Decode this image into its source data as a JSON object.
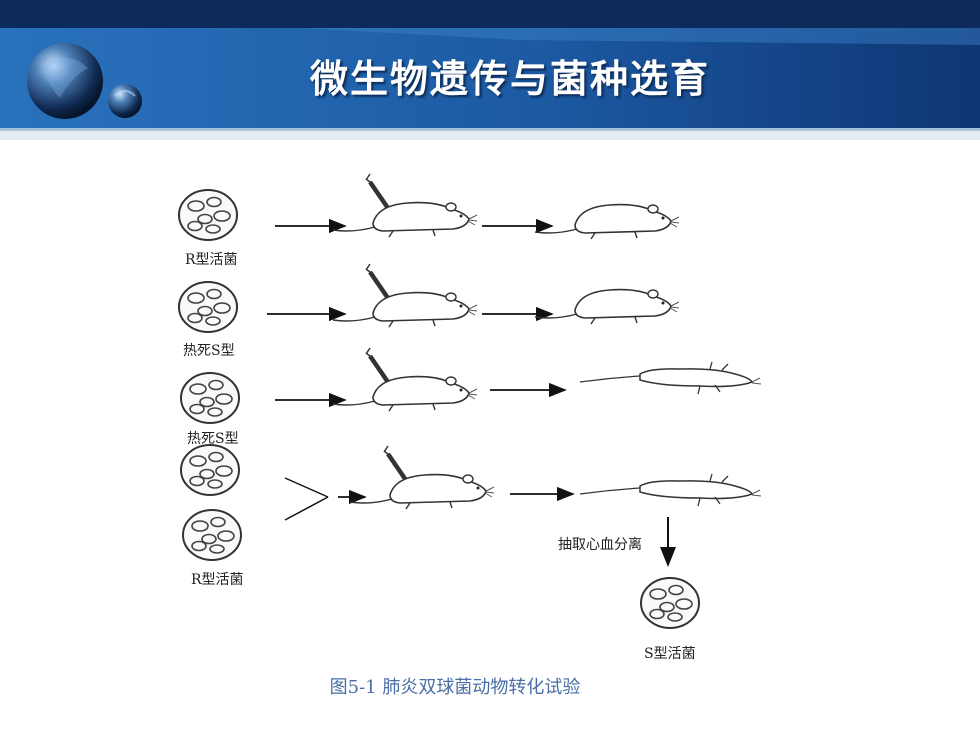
{
  "title": "微生物遗传与菌种选育",
  "colors": {
    "banner_dark": "#0d2f63",
    "banner_mid": "#1f5fa8",
    "banner_light": "#3f8bd0",
    "caption": "#4a6fa5"
  },
  "diagram": {
    "rows": [
      {
        "label": "R型活菌"
      },
      {
        "label": "热死S型"
      },
      {
        "label": "热死S型"
      },
      {
        "labels": [
          "R型活菌"
        ]
      }
    ],
    "extract_label": "抽取心血分离",
    "result_label": "S型活菌"
  },
  "caption": "图5-1 肺炎双球菌动物转化试验"
}
